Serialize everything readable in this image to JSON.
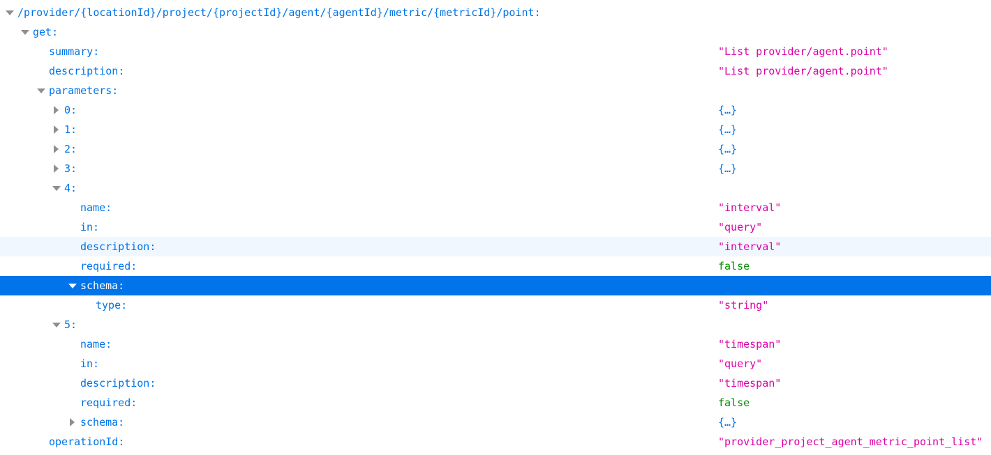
{
  "colors": {
    "key": "#0074e8",
    "string": "#dd00a9",
    "boolean": "#058b00",
    "selected_bg": "#0074e8",
    "hover_bg": "#f0f7fe"
  },
  "rows": [
    {
      "level": 0,
      "key": "/provider/{locationId}/project/{projectId}/agent/{agentId}/metric/{metricId}/point:",
      "toggle": "expanded"
    },
    {
      "level": 1,
      "key": "get:",
      "toggle": "expanded"
    },
    {
      "level": 2,
      "key": "summary:",
      "value": "\"List provider/agent.point\"",
      "type": "string"
    },
    {
      "level": 2,
      "key": "description:",
      "value": "\"List provider/agent.point\"",
      "type": "string"
    },
    {
      "level": 2,
      "key": "parameters:",
      "toggle": "expanded"
    },
    {
      "level": 3,
      "key": "0:",
      "toggle": "collapsed",
      "value": "{…}",
      "type": "object"
    },
    {
      "level": 3,
      "key": "1:",
      "toggle": "collapsed",
      "value": "{…}",
      "type": "object"
    },
    {
      "level": 3,
      "key": "2:",
      "toggle": "collapsed",
      "value": "{…}",
      "type": "object"
    },
    {
      "level": 3,
      "key": "3:",
      "toggle": "collapsed",
      "value": "{…}",
      "type": "object"
    },
    {
      "level": 3,
      "key": "4:",
      "toggle": "expanded"
    },
    {
      "level": 4,
      "key": "name:",
      "value": "\"interval\"",
      "type": "string"
    },
    {
      "level": 4,
      "key": "in:",
      "value": "\"query\"",
      "type": "string"
    },
    {
      "level": 4,
      "key": "description:",
      "value": "\"interval\"",
      "type": "string",
      "state": "hover"
    },
    {
      "level": 4,
      "key": "required:",
      "value": "false",
      "type": "bool"
    },
    {
      "level": 4,
      "key": "schema:",
      "toggle": "expanded",
      "state": "selected"
    },
    {
      "level": 5,
      "key": "type:",
      "value": "\"string\"",
      "type": "string"
    },
    {
      "level": 3,
      "key": "5:",
      "toggle": "expanded"
    },
    {
      "level": 4,
      "key": "name:",
      "value": "\"timespan\"",
      "type": "string"
    },
    {
      "level": 4,
      "key": "in:",
      "value": "\"query\"",
      "type": "string"
    },
    {
      "level": 4,
      "key": "description:",
      "value": "\"timespan\"",
      "type": "string"
    },
    {
      "level": 4,
      "key": "required:",
      "value": "false",
      "type": "bool"
    },
    {
      "level": 4,
      "key": "schema:",
      "toggle": "collapsed",
      "value": "{…}",
      "type": "object"
    },
    {
      "level": 2,
      "key": "operationId:",
      "value": "\"provider_project_agent_metric_point_list\"",
      "type": "string"
    }
  ]
}
